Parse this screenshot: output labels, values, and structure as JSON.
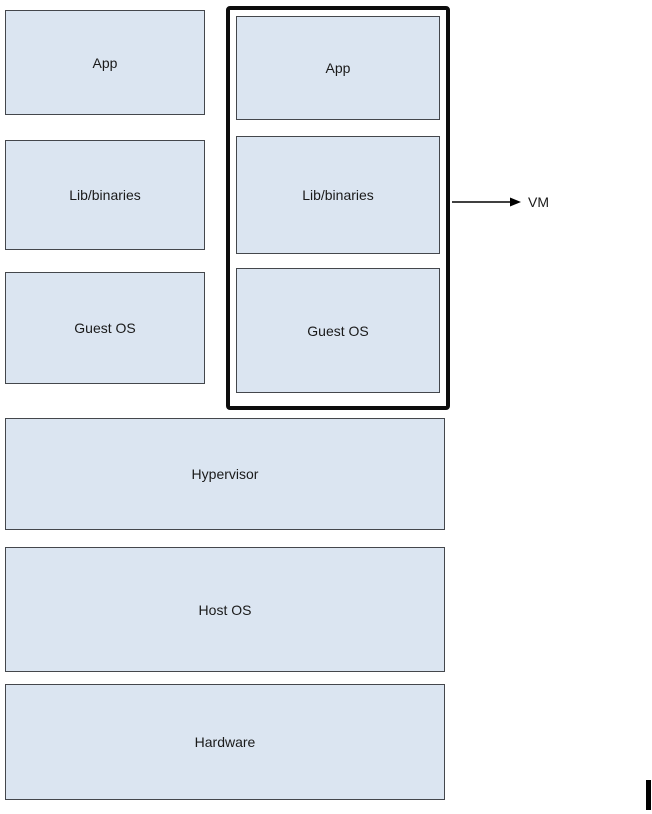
{
  "diagram": {
    "title": "virtual-machine-architecture",
    "colors": {
      "box_fill": "#dbe5f1",
      "box_border": "#44474c",
      "vm_border": "#0d0d0d"
    },
    "left_stack": [
      {
        "label": "App"
      },
      {
        "label": "Lib/binaries"
      },
      {
        "label": "Guest OS"
      }
    ],
    "vm_stack": [
      {
        "label": "App"
      },
      {
        "label": "Lib/binaries"
      },
      {
        "label": "Guest OS"
      }
    ],
    "vm_callout": {
      "label": "VM"
    },
    "base_layers": [
      {
        "label": "Hypervisor"
      },
      {
        "label": "Host OS"
      },
      {
        "label": "Hardware"
      }
    ]
  }
}
